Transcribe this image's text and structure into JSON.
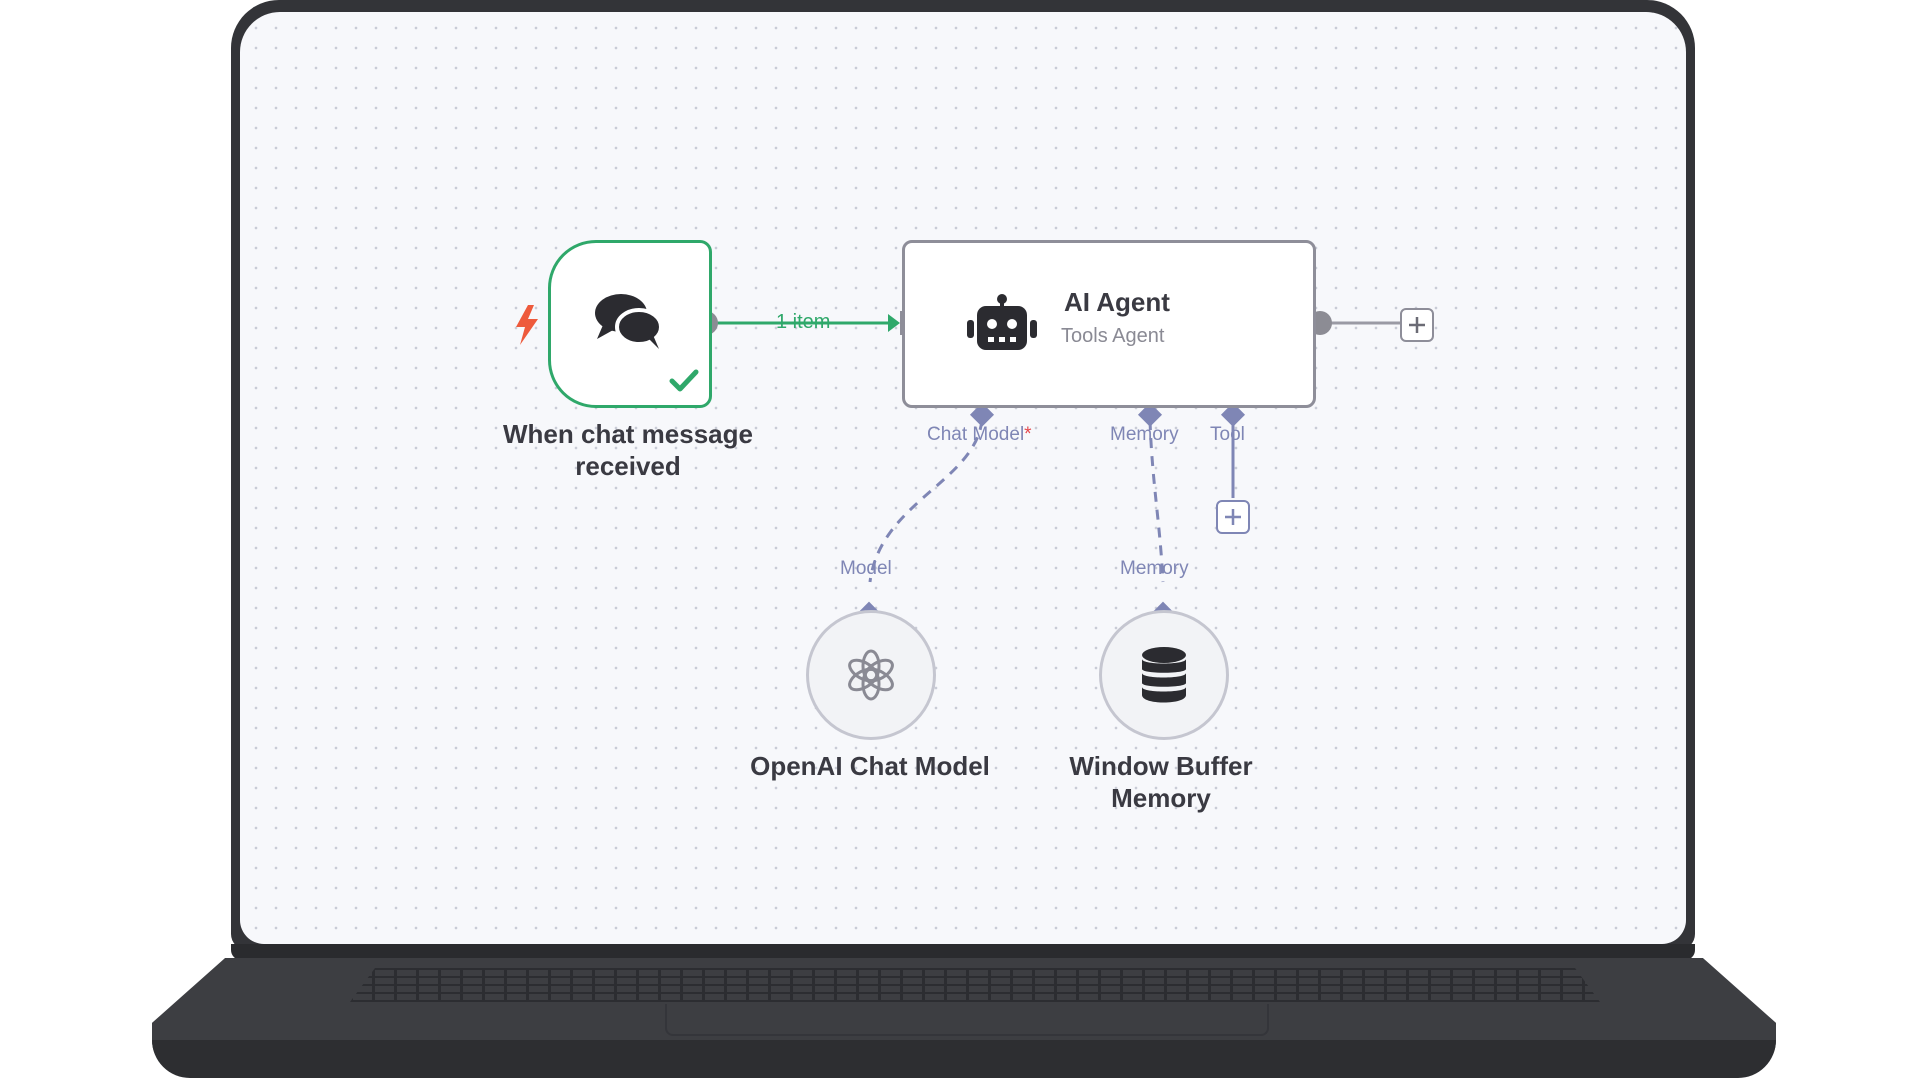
{
  "workflow": {
    "trigger": {
      "label": "When chat message received",
      "status_icon": "checkmark-icon",
      "icon": "chat-bubbles-icon"
    },
    "connection": {
      "label": "1 item"
    },
    "agent": {
      "title": "AI Agent",
      "subtitle": "Tools Agent",
      "icon": "robot-icon",
      "ports": {
        "chat_model": "Chat Model",
        "required_marker": "*",
        "memory": "Memory",
        "tool": "Tool"
      }
    },
    "model_node": {
      "label": "OpenAI Chat Model",
      "port": "Model",
      "icon": "openai-icon"
    },
    "memory_node": {
      "label": "Window Buffer Memory",
      "port": "Memory",
      "icon": "database-icon"
    }
  },
  "colors": {
    "success": "#2fa86a",
    "trigger_bolt": "#ee5a3c",
    "ai_port": "#7f86b5",
    "node_border": "#8e8e99"
  }
}
